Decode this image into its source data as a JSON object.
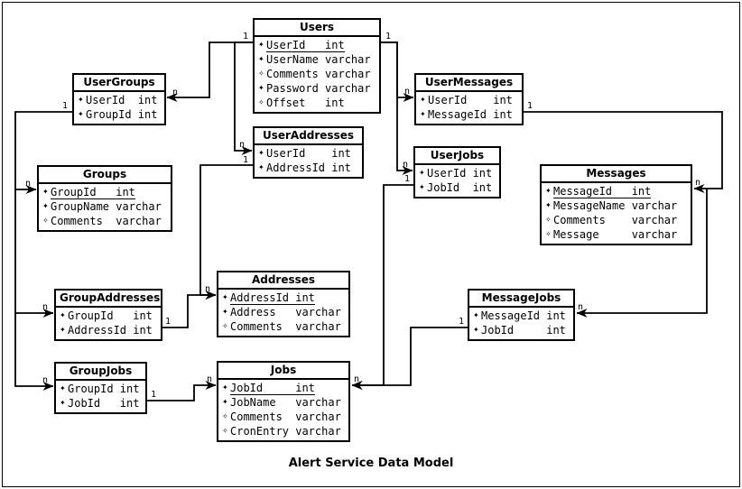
{
  "diagram": {
    "caption": "Alert Service Data Model"
  },
  "colors": {
    "line": "#000000",
    "background": "#ffffff",
    "text": "#000000"
  },
  "icons": {
    "required_bullet": "✦",
    "nullable_bullet": "✧"
  },
  "tables": [
    {
      "id": "Users",
      "title": "Users",
      "fields": [
        {
          "name": "UserId",
          "type": "int",
          "required": true,
          "pk": true
        },
        {
          "name": "UserName",
          "type": "varchar",
          "required": true,
          "pk": false
        },
        {
          "name": "Comments",
          "type": "varchar",
          "required": false,
          "pk": false
        },
        {
          "name": "Password",
          "type": "varchar",
          "required": true,
          "pk": false
        },
        {
          "name": "Offset",
          "type": "int",
          "required": false,
          "pk": false
        }
      ]
    },
    {
      "id": "UserGroups",
      "title": "UserGroups",
      "fields": [
        {
          "name": "UserId",
          "type": "int",
          "required": true,
          "pk": false
        },
        {
          "name": "GroupId",
          "type": "int",
          "required": true,
          "pk": false
        }
      ]
    },
    {
      "id": "Groups",
      "title": "Groups",
      "fields": [
        {
          "name": "GroupId",
          "type": "int",
          "required": true,
          "pk": true
        },
        {
          "name": "GroupName",
          "type": "varchar",
          "required": true,
          "pk": false
        },
        {
          "name": "Comments",
          "type": "varchar",
          "required": false,
          "pk": false
        }
      ]
    },
    {
      "id": "UserAddresses",
      "title": "UserAddresses",
      "fields": [
        {
          "name": "UserId",
          "type": "int",
          "required": true,
          "pk": false
        },
        {
          "name": "AddressId",
          "type": "int",
          "required": true,
          "pk": false
        }
      ]
    },
    {
      "id": "UserMessages",
      "title": "UserMessages",
      "fields": [
        {
          "name": "UserId",
          "type": "int",
          "required": true,
          "pk": false
        },
        {
          "name": "MessageId",
          "type": "int",
          "required": true,
          "pk": false
        }
      ]
    },
    {
      "id": "UserJobs",
      "title": "UserJobs",
      "fields": [
        {
          "name": "UserId",
          "type": "int",
          "required": true,
          "pk": false
        },
        {
          "name": "JobId",
          "type": "int",
          "required": true,
          "pk": false
        }
      ]
    },
    {
      "id": "Messages",
      "title": "Messages",
      "fields": [
        {
          "name": "MessageId",
          "type": "int",
          "required": true,
          "pk": true
        },
        {
          "name": "MessageName",
          "type": "varchar",
          "required": true,
          "pk": false
        },
        {
          "name": "Comments",
          "type": "varchar",
          "required": false,
          "pk": false
        },
        {
          "name": "Message",
          "type": "varchar",
          "required": false,
          "pk": false
        }
      ]
    },
    {
      "id": "GroupAddresses",
      "title": "GroupAddresses",
      "fields": [
        {
          "name": "GroupId",
          "type": "int",
          "required": true,
          "pk": false
        },
        {
          "name": "AddressId",
          "type": "int",
          "required": true,
          "pk": false
        }
      ]
    },
    {
      "id": "Addresses",
      "title": "Addresses",
      "fields": [
        {
          "name": "AddressId",
          "type": "int",
          "required": true,
          "pk": true
        },
        {
          "name": "Address",
          "type": "varchar",
          "required": true,
          "pk": false
        },
        {
          "name": "Comments",
          "type": "varchar",
          "required": false,
          "pk": false
        }
      ]
    },
    {
      "id": "MessageJobs",
      "title": "MessageJobs",
      "fields": [
        {
          "name": "MessageId",
          "type": "int",
          "required": true,
          "pk": false
        },
        {
          "name": "JobId",
          "type": "int",
          "required": true,
          "pk": false
        }
      ]
    },
    {
      "id": "GroupJobs",
      "title": "GroupJobs",
      "fields": [
        {
          "name": "GroupId",
          "type": "int",
          "required": true,
          "pk": false
        },
        {
          "name": "JobId",
          "type": "int",
          "required": true,
          "pk": false
        }
      ]
    },
    {
      "id": "Jobs",
      "title": "Jobs",
      "fields": [
        {
          "name": "JobId",
          "type": "int",
          "required": true,
          "pk": true
        },
        {
          "name": "JobName",
          "type": "varchar",
          "required": true,
          "pk": false
        },
        {
          "name": "Comments",
          "type": "varchar",
          "required": false,
          "pk": false
        },
        {
          "name": "CronEntry",
          "type": "varchar",
          "required": false,
          "pk": false
        }
      ]
    },
    {}
  ],
  "relationships": [
    {
      "id": "users-usergroups",
      "from": "Users",
      "to": "UserGroups",
      "from_label": "1",
      "to_label": "n"
    },
    {
      "id": "users-useraddresses",
      "from": "Users",
      "to": "UserAddresses",
      "from_label": "",
      "to_label": "n"
    },
    {
      "id": "users-usermessages",
      "from": "Users",
      "to": "UserMessages",
      "from_label": "1",
      "to_label": "n"
    },
    {
      "id": "users-userjobs",
      "from": "Users",
      "to": "UserJobs",
      "from_label": "",
      "to_label": "n"
    },
    {
      "id": "usergroups-groups",
      "from": "UserGroups",
      "to": "Groups",
      "from_label": "1",
      "to_label": "n"
    },
    {
      "id": "groups-groupaddresses",
      "from": "Groups",
      "to": "GroupAddresses",
      "from_label": "",
      "to_label": "n"
    },
    {
      "id": "groups-groupjobs",
      "from": "Groups",
      "to": "GroupJobs",
      "from_label": "",
      "to_label": "n"
    },
    {
      "id": "useraddresses-addresses",
      "from": "UserAddresses",
      "to": "Addresses",
      "from_label": "1",
      "to_label": "n"
    },
    {
      "id": "groupaddresses-addresses",
      "from": "GroupAddresses",
      "to": "Addresses",
      "from_label": "1",
      "to_label": ""
    },
    {
      "id": "groupjobs-jobs",
      "from": "GroupJobs",
      "to": "Jobs",
      "from_label": "1",
      "to_label": "n"
    },
    {
      "id": "userjobs-jobs",
      "from": "UserJobs",
      "to": "Jobs",
      "from_label": "1",
      "to_label": "n"
    },
    {
      "id": "messagejobs-jobs",
      "from": "MessageJobs",
      "to": "Jobs",
      "from_label": "1",
      "to_label": ""
    },
    {
      "id": "usermessages-messages",
      "from": "UserMessages",
      "to": "Messages",
      "from_label": "1",
      "to_label": "n"
    },
    {
      "id": "messages-messagejobs",
      "from": "Messages",
      "to": "MessageJobs",
      "from_label": "",
      "to_label": "n"
    }
  ]
}
